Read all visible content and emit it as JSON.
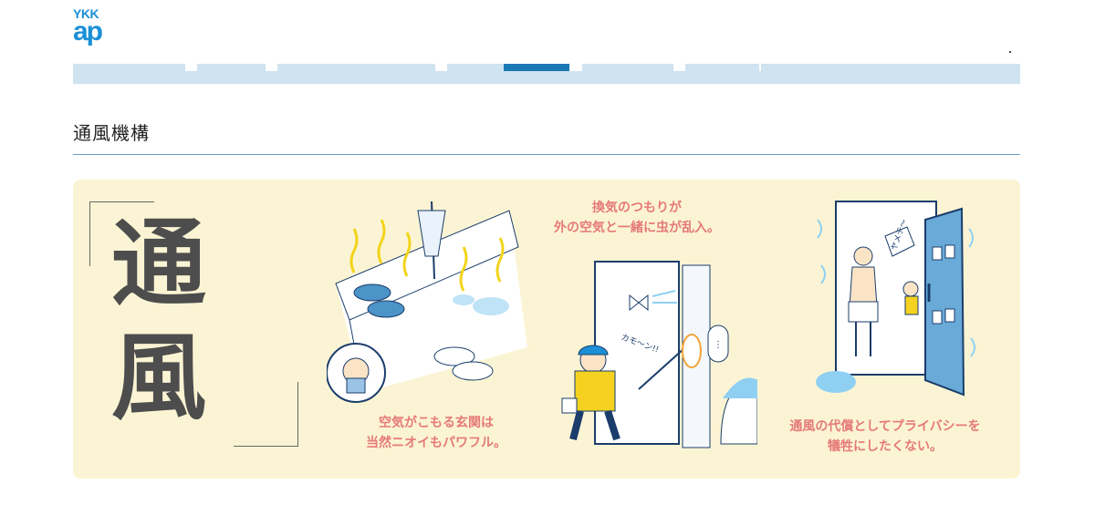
{
  "header": {
    "logo_top": "YKK",
    "logo_bottom": "ap"
  },
  "page": {
    "title": "通風機構"
  },
  "banner": {
    "kanji_1": "通",
    "kanji_2": "風",
    "captions": [
      {
        "line1": "空気がこもる玄関は",
        "line2": "当然ニオイもパワフル。"
      },
      {
        "line1": "換気のつもりが",
        "line2": "外の空気と一緒に虫が乱入。"
      },
      {
        "line1": "通風の代償としてプライバシーを",
        "line2": "犠牲にしたくない。"
      }
    ],
    "sfx_catch": "カモ〜ン!!",
    "sfx_stop": "ヤメテ〜"
  },
  "colors": {
    "brand_blue": "#1a8fd6",
    "nav_bg": "#cfe3f0",
    "nav_active": "#1a78b4",
    "panel_bg": "#fbf4d4",
    "caption": "#e57a78"
  }
}
